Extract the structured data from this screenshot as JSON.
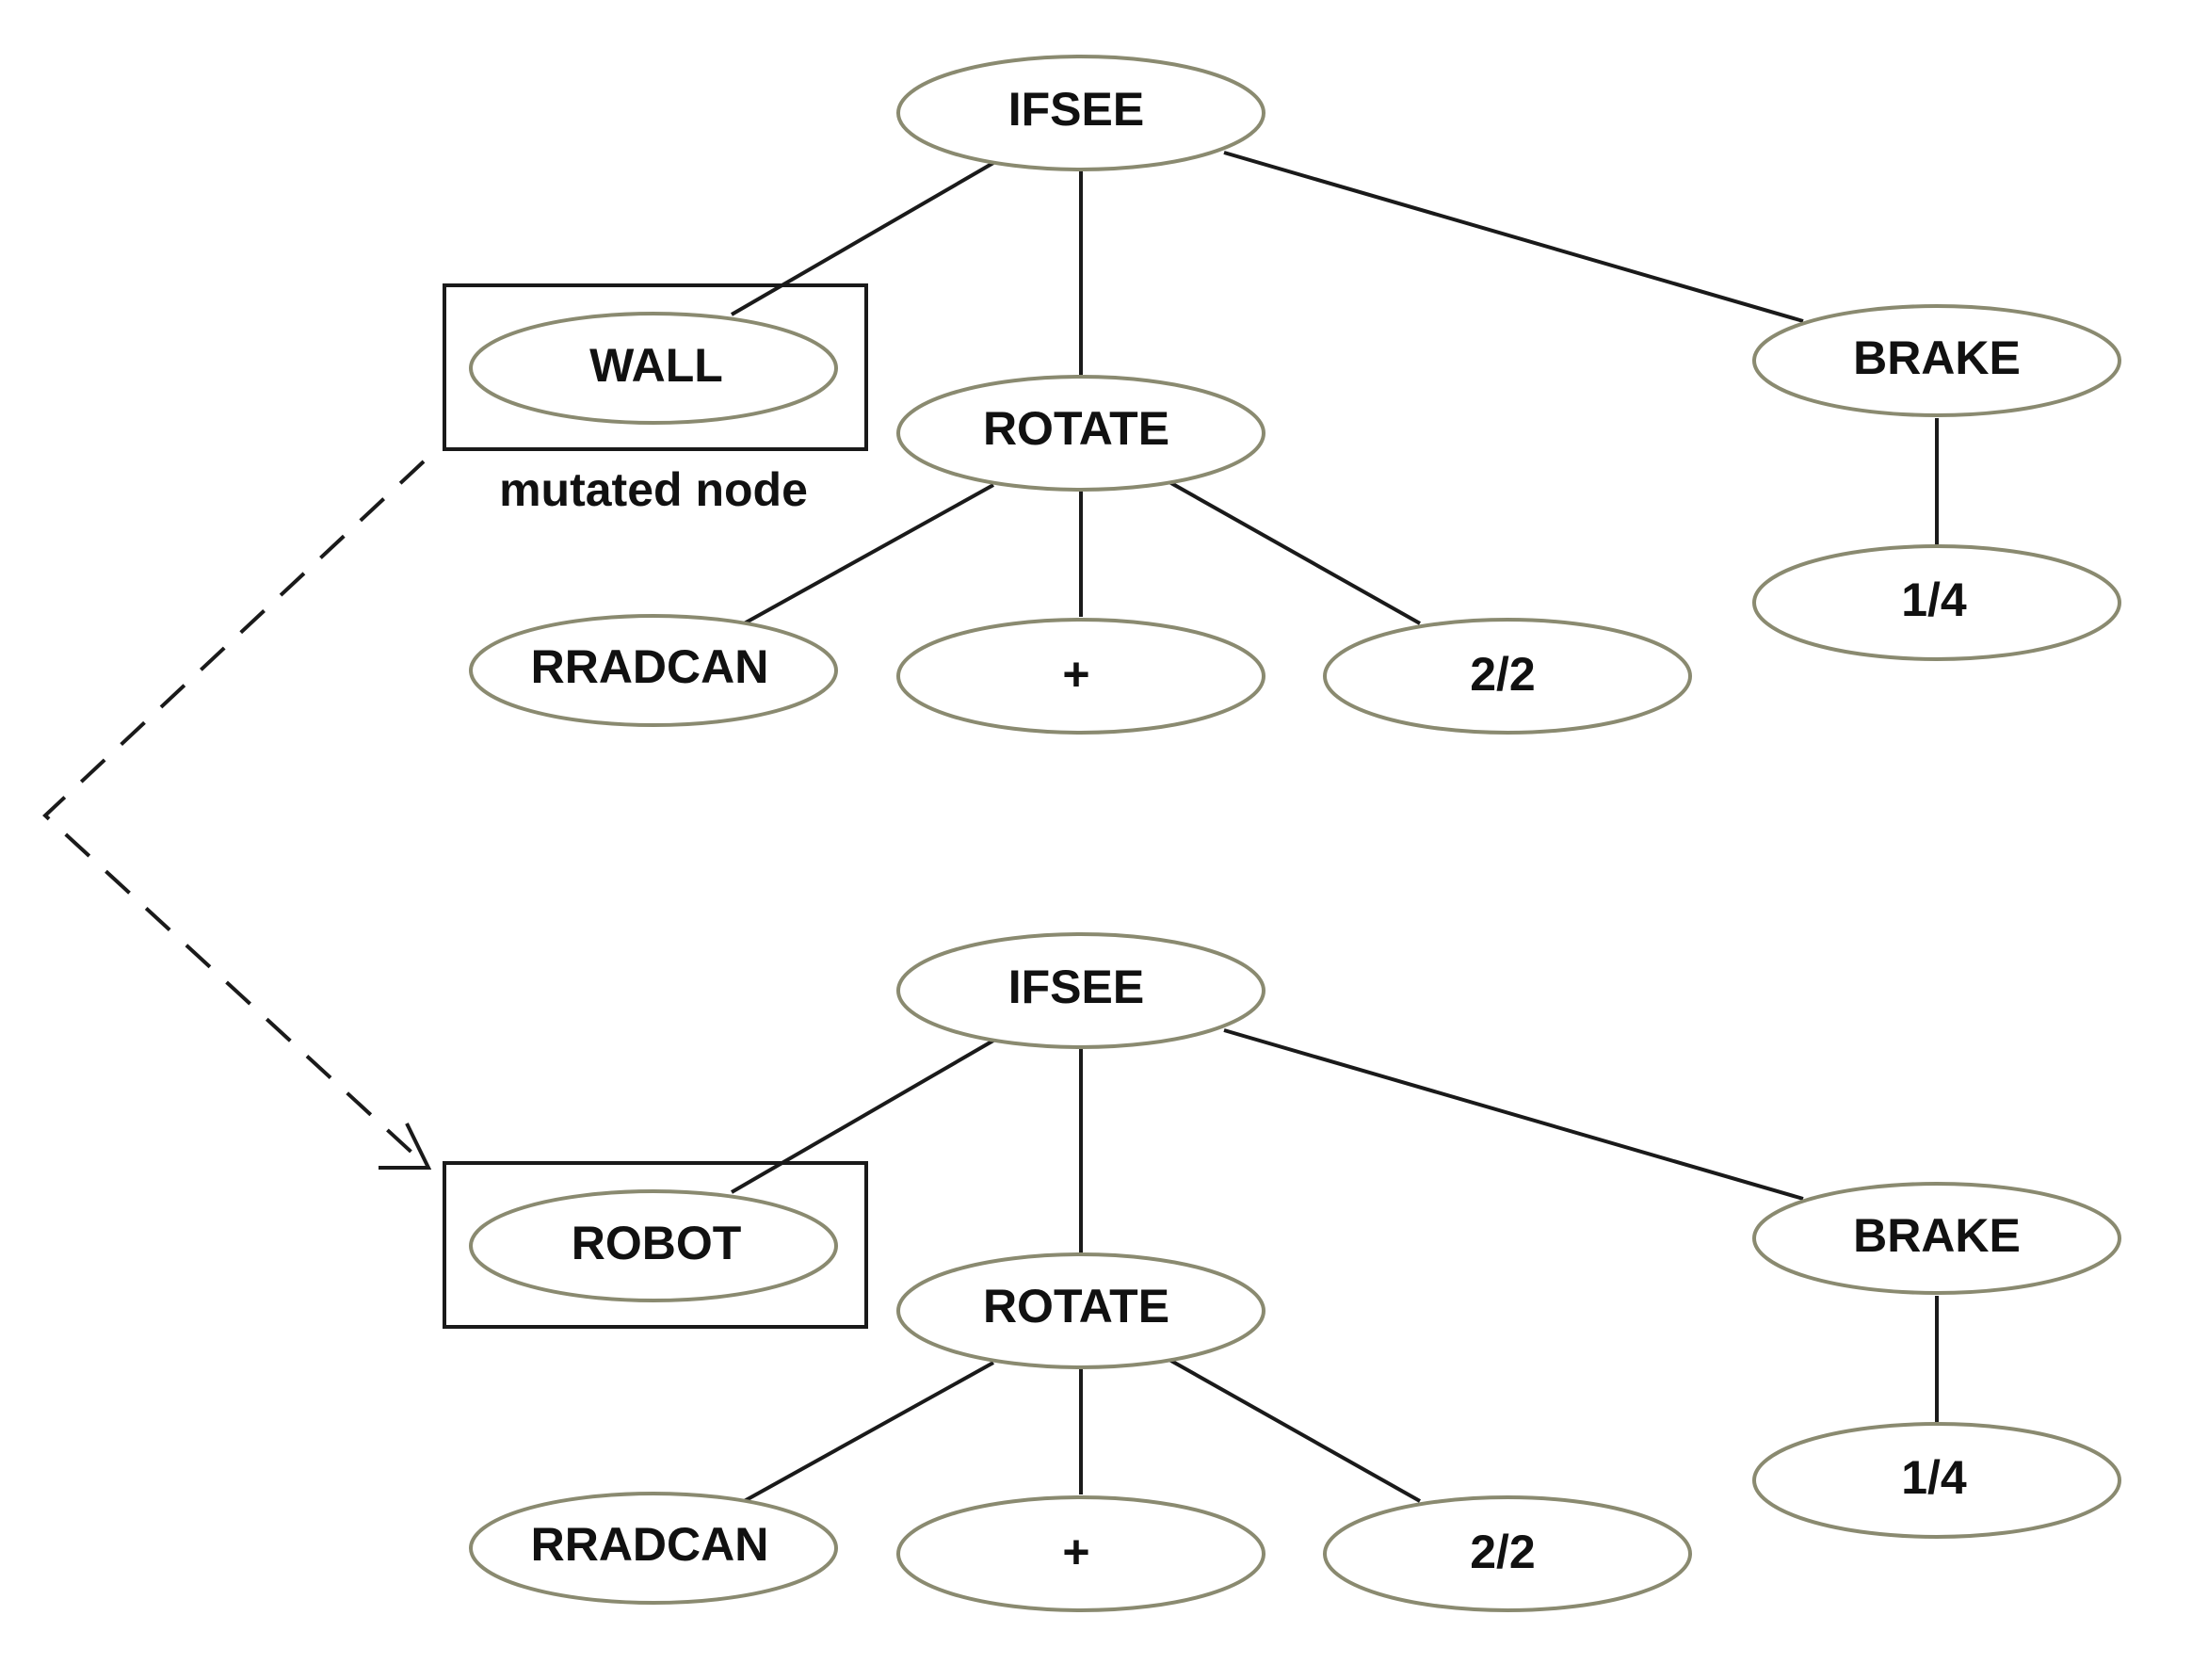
{
  "trees": [
    {
      "id": "original",
      "nodes": {
        "ifsee": "IFSEE",
        "wall": "WALL",
        "rotate": "ROTATE",
        "brake": "BRAKE",
        "rradcan": "RRADCAN",
        "plus": "+",
        "two_two": "2/2",
        "one_four": "1/4"
      },
      "caption": "mutated node"
    },
    {
      "id": "mutated",
      "nodes": {
        "ifsee": "IFSEE",
        "robot": "ROBOT",
        "rotate": "ROTATE",
        "brake": "BRAKE",
        "rradcan": "RRADCAN",
        "plus": "+",
        "two_two": "2/2",
        "one_four": "1/4"
      }
    }
  ],
  "colors": {
    "node_outline": "#8a8a70",
    "edge": "#1a1a1a",
    "text": "#111111"
  }
}
